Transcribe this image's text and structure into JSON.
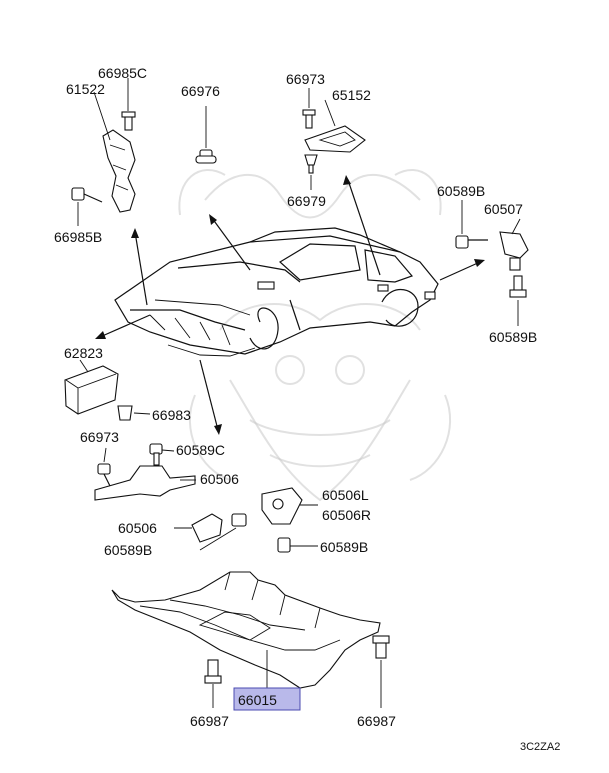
{
  "labels": {
    "p66985C": "66985C",
    "p61522": "61522",
    "p66985B": "66985B",
    "p66976": "66976",
    "p66973_top": "66973",
    "p65152": "65152",
    "p66979": "66979",
    "p60589B_top": "60589B",
    "p60507": "60507",
    "p60589B_right": "60589B",
    "p62823": "62823",
    "p66983": "66983",
    "p66973_mid": "66973",
    "p60589C": "60589C",
    "p60506_mid": "60506",
    "p60506L": "60506L",
    "p60506R": "60506R",
    "p60506_low": "60506",
    "p60589B_low": "60589B",
    "p60589B_lowright": "60589B",
    "p66015": "66015",
    "p66987_left": "66987",
    "p66987_right": "66987",
    "diagram_code": "3C2ZA2"
  },
  "highlight_color": "#b9b9ea"
}
